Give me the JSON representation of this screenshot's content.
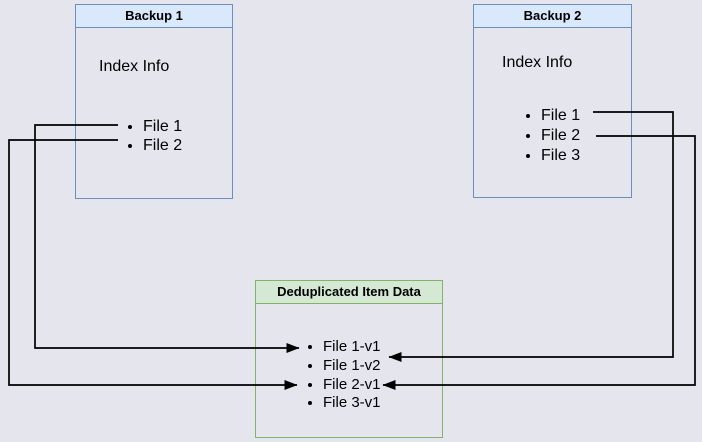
{
  "colors": {
    "background": "#e5e5ee",
    "blue_box_border": "#6c8ebf",
    "blue_box_header": "#dae8fc",
    "green_box_border": "#82b366",
    "green_box_header": "#d5e8d4",
    "connector_line": "#000000"
  },
  "backup1": {
    "title": "Backup 1",
    "body_label": "Index Info",
    "items": [
      "File 1",
      "File 2"
    ]
  },
  "backup2": {
    "title": "Backup 2",
    "body_label": "Index Info",
    "items": [
      "File 1",
      "File 2",
      "File 3"
    ]
  },
  "dedup": {
    "title": "Deduplicated Item Data",
    "items": [
      "File 1-v1",
      "File 1-v2",
      "File 2-v1",
      "File 3-v1"
    ]
  },
  "connections": [
    {
      "from": "Backup 1 : File 1",
      "to": "Deduplicated Item Data : File 1-v1"
    },
    {
      "from": "Backup 1 : File 2",
      "to": "Deduplicated Item Data : File 2-v1"
    },
    {
      "from": "Backup 2 : File 1",
      "to": "Deduplicated Item Data : File 1-v2"
    },
    {
      "from": "Backup 2 : File 2",
      "to": "Deduplicated Item Data : File 2-v1"
    }
  ]
}
